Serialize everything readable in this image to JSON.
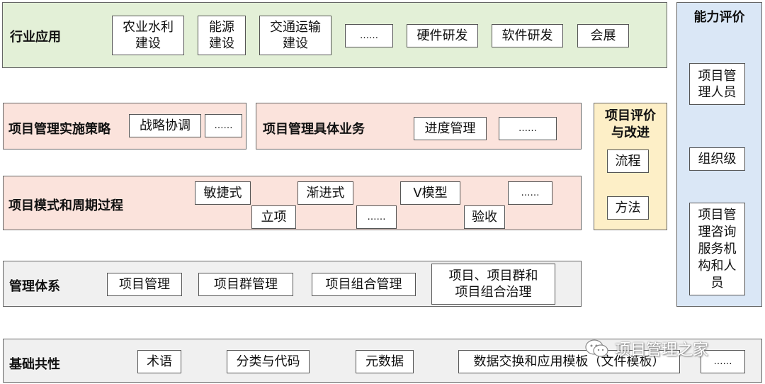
{
  "industry": {
    "label": "行业应用",
    "items": [
      "农业水利\n建设",
      "能源\n建设",
      "交通运输\n建设",
      "……",
      "硬件研发",
      "软件研发",
      "会展"
    ]
  },
  "strategy": {
    "label": "项目管理实施策略",
    "items": [
      "战略协调",
      "……"
    ]
  },
  "business": {
    "label": "项目管理具体业务",
    "items": [
      "进度管理",
      "……"
    ]
  },
  "evaluation": {
    "label": "项目评价\n与改进",
    "items": [
      "流程",
      "方法"
    ]
  },
  "capability": {
    "label": "能力评价",
    "items": [
      "项目管\n理人员",
      "组织级",
      "项目管\n理咨询\n服务机\n构和人\n员"
    ]
  },
  "mode": {
    "label": "项目模式和周期过程",
    "items": [
      "敏捷式",
      "立项",
      "渐进式",
      "……",
      "V模型",
      "验收",
      "……"
    ]
  },
  "system": {
    "label": "管理体系",
    "items": [
      "项目管理",
      "项目群管理",
      "项目组合管理",
      "项目、项目群和\n项目组合治理"
    ]
  },
  "foundation": {
    "label": "基础共性",
    "items": [
      "术语",
      "分类与代码",
      "元数据",
      "数据交换和应用模板（文件模板）",
      "……"
    ]
  },
  "watermark": {
    "text": "项目管理之家",
    "icon": "wechat-icon"
  }
}
